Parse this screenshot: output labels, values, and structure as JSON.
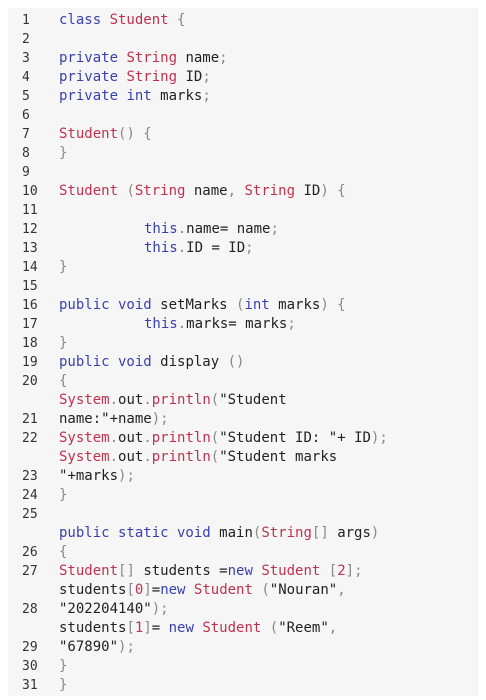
{
  "editor": {
    "lines": [
      {
        "n": "1",
        "tokens": [
          [
            "kw",
            "class "
          ],
          [
            "ty",
            "Student"
          ],
          [
            "pu",
            " {"
          ]
        ]
      },
      {
        "n": "2",
        "tokens": []
      },
      {
        "n": "3",
        "tokens": [
          [
            "kw",
            "private "
          ],
          [
            "ty",
            "String"
          ],
          [
            "pl",
            " name"
          ],
          [
            "pu",
            ";"
          ]
        ]
      },
      {
        "n": "4",
        "tokens": [
          [
            "kw",
            "private "
          ],
          [
            "ty",
            "String"
          ],
          [
            "pl",
            " ID"
          ],
          [
            "pu",
            ";"
          ]
        ]
      },
      {
        "n": "5",
        "tokens": [
          [
            "kw",
            "private "
          ],
          [
            "kw",
            "int"
          ],
          [
            "pl",
            " marks"
          ],
          [
            "pu",
            ";"
          ]
        ]
      },
      {
        "n": "6",
        "tokens": []
      },
      {
        "n": "7",
        "tokens": [
          [
            "fn",
            "Student"
          ],
          [
            "pu",
            "() {"
          ]
        ]
      },
      {
        "n": "8",
        "tokens": [
          [
            "pu",
            "}"
          ]
        ]
      },
      {
        "n": "9",
        "tokens": []
      },
      {
        "n": "10",
        "tokens": [
          [
            "fn",
            "Student"
          ],
          [
            "pu",
            " ("
          ],
          [
            "ty",
            "String"
          ],
          [
            "pl",
            " name"
          ],
          [
            "pu",
            ", "
          ],
          [
            "ty",
            "String"
          ],
          [
            "pl",
            " ID"
          ],
          [
            "pu",
            ") {"
          ]
        ]
      },
      {
        "n": "11",
        "tokens": []
      },
      {
        "n": "12",
        "indent": true,
        "tokens": [
          [
            "kw",
            "this"
          ],
          [
            "pu",
            "."
          ],
          [
            "pl",
            "name= name"
          ],
          [
            "pu",
            ";"
          ]
        ]
      },
      {
        "n": "13",
        "indent": true,
        "tokens": [
          [
            "kw",
            "this"
          ],
          [
            "pu",
            "."
          ],
          [
            "pl",
            "ID = ID"
          ],
          [
            "pu",
            ";"
          ]
        ]
      },
      {
        "n": "14",
        "tokens": [
          [
            "pu",
            "}"
          ]
        ]
      },
      {
        "n": "15",
        "tokens": []
      },
      {
        "n": "16",
        "tokens": [
          [
            "kw",
            "public void "
          ],
          [
            "pl",
            "setMarks "
          ],
          [
            "pu",
            "("
          ],
          [
            "kw",
            "int"
          ],
          [
            "pl",
            " marks"
          ],
          [
            "pu",
            ") {"
          ]
        ]
      },
      {
        "n": "17",
        "indent": true,
        "tokens": [
          [
            "kw",
            "this"
          ],
          [
            "pu",
            "."
          ],
          [
            "pl",
            "marks= marks"
          ],
          [
            "pu",
            ";"
          ]
        ]
      },
      {
        "n": "18",
        "tokens": [
          [
            "pu",
            "}"
          ]
        ]
      },
      {
        "n": "19",
        "tokens": [
          [
            "kw",
            "public void "
          ],
          [
            "pl",
            "display "
          ],
          [
            "pu",
            "()"
          ]
        ]
      },
      {
        "n": "20",
        "tokens": [
          [
            "pu",
            "{"
          ]
        ]
      },
      {
        "n": "",
        "tokens": [
          [
            "ty",
            "System"
          ],
          [
            "pu",
            "."
          ],
          [
            "pl",
            "out"
          ],
          [
            "pu",
            "."
          ],
          [
            "fn",
            "println"
          ],
          [
            "pu",
            "("
          ],
          [
            "st",
            "\"Student"
          ]
        ]
      },
      {
        "n": "21",
        "tokens": [
          [
            "st",
            "name:\""
          ],
          [
            "pl",
            "+name"
          ],
          [
            "pu",
            ");"
          ]
        ]
      },
      {
        "n": "22",
        "tokens": [
          [
            "ty",
            "System"
          ],
          [
            "pu",
            "."
          ],
          [
            "pl",
            "out"
          ],
          [
            "pu",
            "."
          ],
          [
            "fn",
            "println"
          ],
          [
            "pu",
            "("
          ],
          [
            "st",
            "\"Student ID: \""
          ],
          [
            "pl",
            "+ ID"
          ],
          [
            "pu",
            ");"
          ]
        ]
      },
      {
        "n": "",
        "tokens": [
          [
            "ty",
            "System"
          ],
          [
            "pu",
            "."
          ],
          [
            "pl",
            "out"
          ],
          [
            "pu",
            "."
          ],
          [
            "fn",
            "println"
          ],
          [
            "pu",
            "("
          ],
          [
            "st",
            "\"Student marks"
          ]
        ]
      },
      {
        "n": "23",
        "tokens": [
          [
            "st",
            "\""
          ],
          [
            "pl",
            "+marks"
          ],
          [
            "pu",
            ");"
          ]
        ]
      },
      {
        "n": "24",
        "tokens": [
          [
            "pu",
            "}"
          ]
        ]
      },
      {
        "n": "25",
        "tokens": []
      },
      {
        "n": "",
        "tokens": [
          [
            "kw",
            "public static void "
          ],
          [
            "pl",
            "main"
          ],
          [
            "pu",
            "("
          ],
          [
            "ty",
            "String"
          ],
          [
            "pu",
            "[] "
          ],
          [
            "pl",
            "args"
          ],
          [
            "pu",
            ")"
          ]
        ]
      },
      {
        "n": "26",
        "tokens": [
          [
            "pu",
            "{"
          ]
        ]
      },
      {
        "n": "27",
        "tokens": [
          [
            "ty",
            "Student"
          ],
          [
            "pu",
            "[] "
          ],
          [
            "pl",
            "students ="
          ],
          [
            "kw",
            "new "
          ],
          [
            "ty",
            "Student"
          ],
          [
            "pu",
            " ["
          ],
          [
            "num",
            "2"
          ],
          [
            "pu",
            "];"
          ]
        ]
      },
      {
        "n": "",
        "tokens": [
          [
            "pl",
            "students"
          ],
          [
            "pu",
            "["
          ],
          [
            "num",
            "0"
          ],
          [
            "pu",
            "]"
          ],
          [
            "pl",
            "="
          ],
          [
            "kw",
            "new "
          ],
          [
            "ty",
            "Student"
          ],
          [
            "pu",
            " ("
          ],
          [
            "st",
            "\"Nouran\""
          ],
          [
            "pu",
            ","
          ]
        ]
      },
      {
        "n": "28",
        "tokens": [
          [
            "st",
            "\"202204140\""
          ],
          [
            "pu",
            ");"
          ]
        ]
      },
      {
        "n": "",
        "tokens": [
          [
            "pl",
            "students"
          ],
          [
            "pu",
            "["
          ],
          [
            "num",
            "1"
          ],
          [
            "pu",
            "]"
          ],
          [
            "pl",
            "= "
          ],
          [
            "kw",
            "new "
          ],
          [
            "ty",
            "Student"
          ],
          [
            "pu",
            " ("
          ],
          [
            "st",
            "\"Reem\""
          ],
          [
            "pu",
            ","
          ]
        ]
      },
      {
        "n": "29",
        "tokens": [
          [
            "st",
            "\"67890\""
          ],
          [
            "pu",
            ");"
          ]
        ]
      },
      {
        "n": "30",
        "tokens": [
          [
            "pu",
            "}"
          ]
        ]
      },
      {
        "n": "31",
        "tokens": [
          [
            "pu",
            "}"
          ]
        ]
      }
    ]
  }
}
